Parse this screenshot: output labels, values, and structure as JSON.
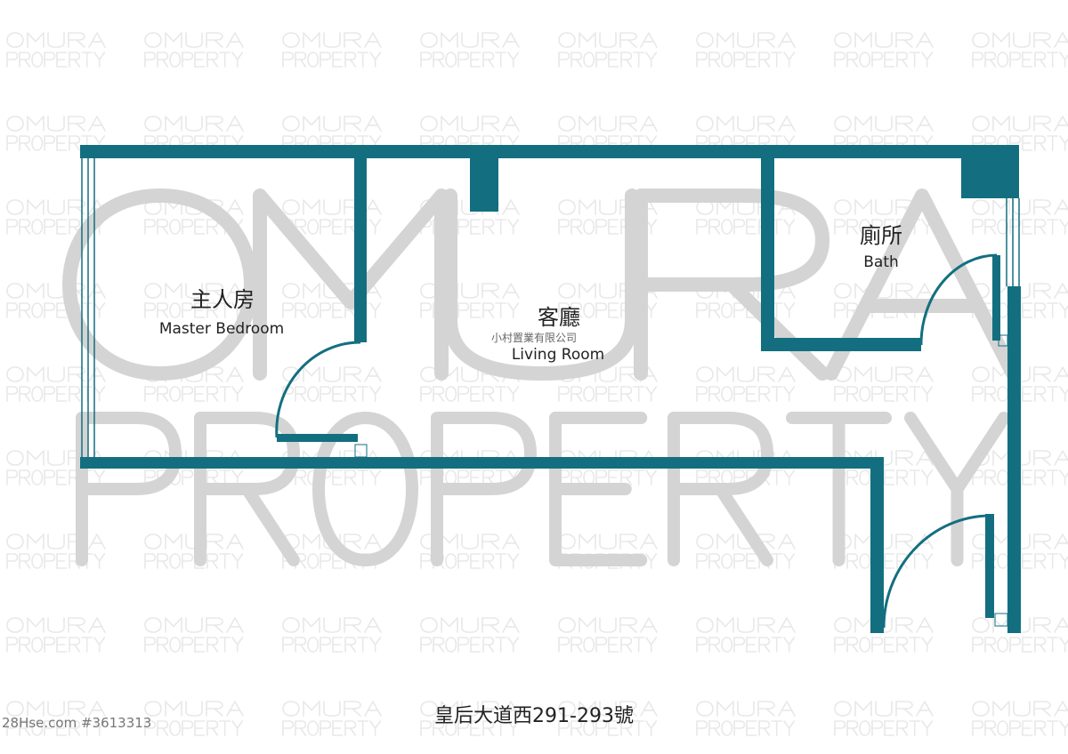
{
  "watermark": {
    "line1": "OMURA",
    "line2": "PROPERTY"
  },
  "rooms": {
    "master_bedroom": {
      "zh": "主人房",
      "en": "Master Bedroom"
    },
    "living_room": {
      "zh": "客廳",
      "en": "Living Room"
    },
    "bath": {
      "zh": "廁所",
      "en": "Bath"
    }
  },
  "agency": "小村置業有限公司",
  "address": "皇后大道西291-293號",
  "listing_ref": "28Hse.com #3613313",
  "colors": {
    "wall": "#136f80",
    "watermark": "#d4d4d4"
  }
}
